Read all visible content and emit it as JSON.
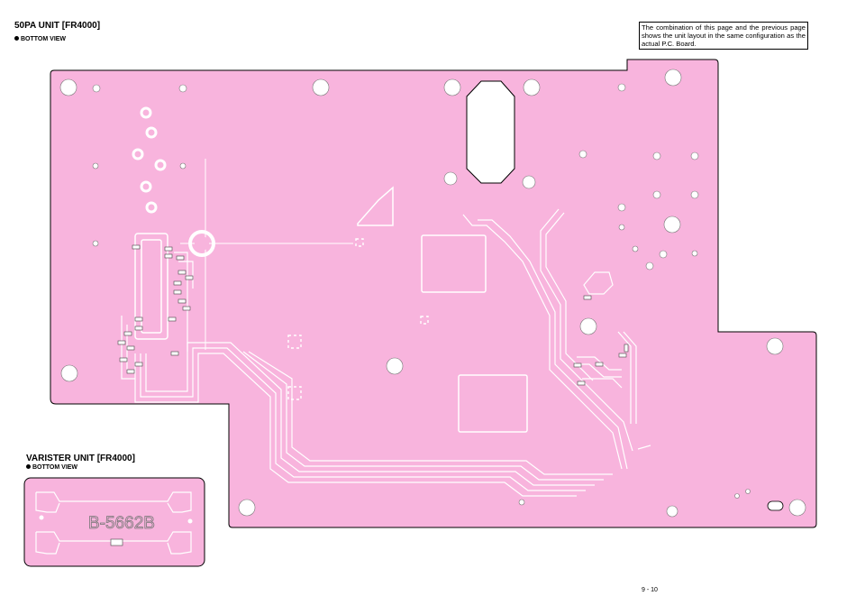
{
  "main_board": {
    "title": "50PA UNIT [FR4000]",
    "view": "BOTTOM VIEW"
  },
  "varister_board": {
    "title": "VARISTER UNIT [FR4000]",
    "view": "BOTTOM VIEW",
    "board_label": "B-5662B"
  },
  "note": "The combination of this page and the previous page shows the unit layout in the same configuration as the actual P.C. Board.",
  "page_number": "9 - 10",
  "colors": {
    "board_fill": "#f8b4dd",
    "board_outline": "#000000",
    "trace": "#ffffff"
  }
}
